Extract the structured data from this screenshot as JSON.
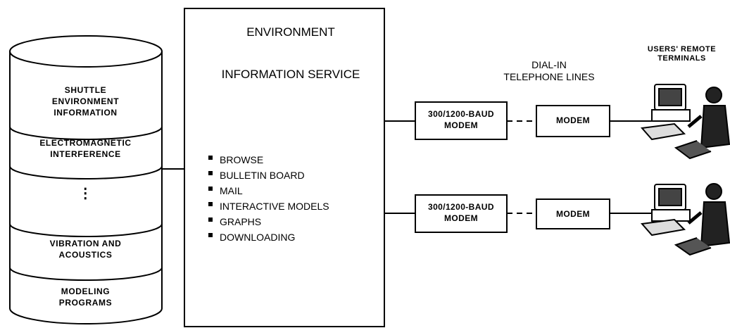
{
  "database": {
    "segments": [
      {
        "label": "SHUTTLE\nENVIRONMENT\nINFORMATION"
      },
      {
        "label": "ELECTROMAGNETIC\nINTERFERENCE"
      },
      {
        "label": "⋮"
      },
      {
        "label": "VIBRATION AND\nACOUSTICS"
      },
      {
        "label": "MODELING\nPROGRAMS"
      }
    ]
  },
  "service": {
    "title_line1": "ENVIRONMENT",
    "title_line2": "INFORMATION SERVICE",
    "features": [
      "BROWSE",
      "BULLETIN BOARD",
      "MAIL",
      "INTERACTIVE MODELS",
      "GRAPHS",
      "DOWNLOADING"
    ]
  },
  "connections": {
    "dial_in_label": "DIAL-IN\nTELEPHONE LINES",
    "users_label": "USERS' REMOTE\nTERMINALS",
    "host_modem_label": "300/1200-BAUD\nMODEM",
    "remote_modem_label": "MODEM"
  }
}
